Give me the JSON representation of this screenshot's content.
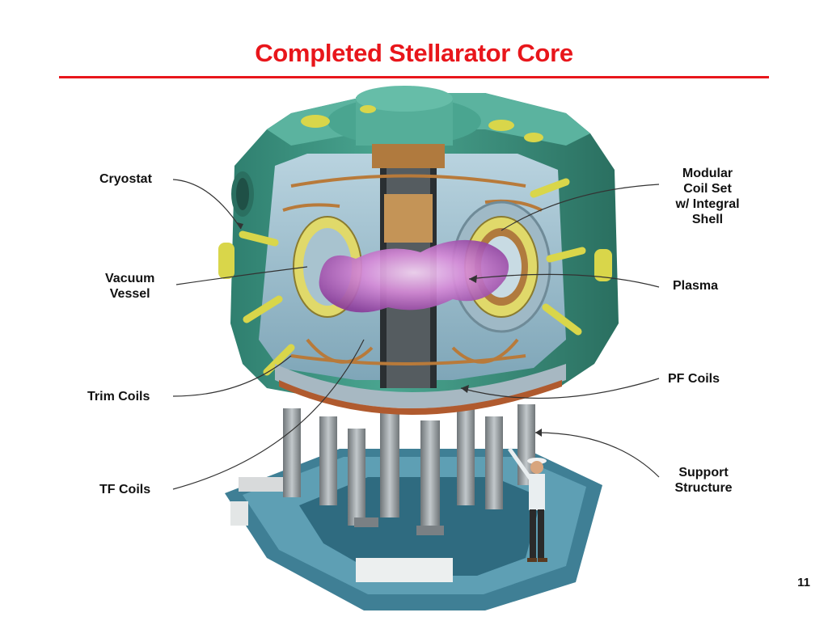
{
  "slide": {
    "title": "Completed Stellarator Core",
    "page_number": "11"
  },
  "labels": {
    "cryostat": "Cryostat",
    "vacuum_vessel": "Vacuum\nVessel",
    "trim_coils": "Trim Coils",
    "tf_coils": "TF Coils",
    "modular_coil_set": "Modular\nCoil Set\nw/ Integral\nShell",
    "plasma": "Plasma",
    "pf_coils": "PF Coils",
    "support_structure": "Support\nStructure"
  },
  "colors": {
    "title_red": "#e8161b",
    "cryostat_green": "#3f9a86",
    "cryostat_dark": "#2a6f60",
    "port_yellow": "#d9d64a",
    "plasma_pink": "#d68ad8",
    "copper": "#b87a3a",
    "base_blue": "#3f7f95",
    "column_gray": "#9aa0a3"
  }
}
